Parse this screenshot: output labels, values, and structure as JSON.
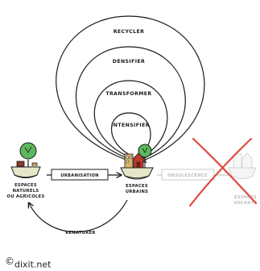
{
  "arcs": {
    "recycler": "RECYCLER",
    "densifier": "DENSIFIER",
    "transformer": "TRANSFORMER",
    "intensifier": "INTENSIFIER"
  },
  "nodes": {
    "natural": [
      "ESPACES",
      "NATURELS",
      "OU AGRICOLES"
    ],
    "urban": [
      "ESPACES",
      "URBAINS"
    ],
    "vacant": [
      "ESPACES",
      "VACANTS"
    ]
  },
  "flows": {
    "urbanisation": "URBANISATION",
    "obsolescence": "OBSOLESCENCE",
    "renaturer": "RENATURER"
  },
  "credit": {
    "symbol": "©",
    "name": "dixit.net"
  },
  "colors": {
    "stroke": "#1a1a1a",
    "tree": "#5cb85c",
    "house": "#c0392b",
    "grass": "#e6e6c8",
    "cross": "#e04a3f",
    "faded": "#c8c8c8"
  }
}
